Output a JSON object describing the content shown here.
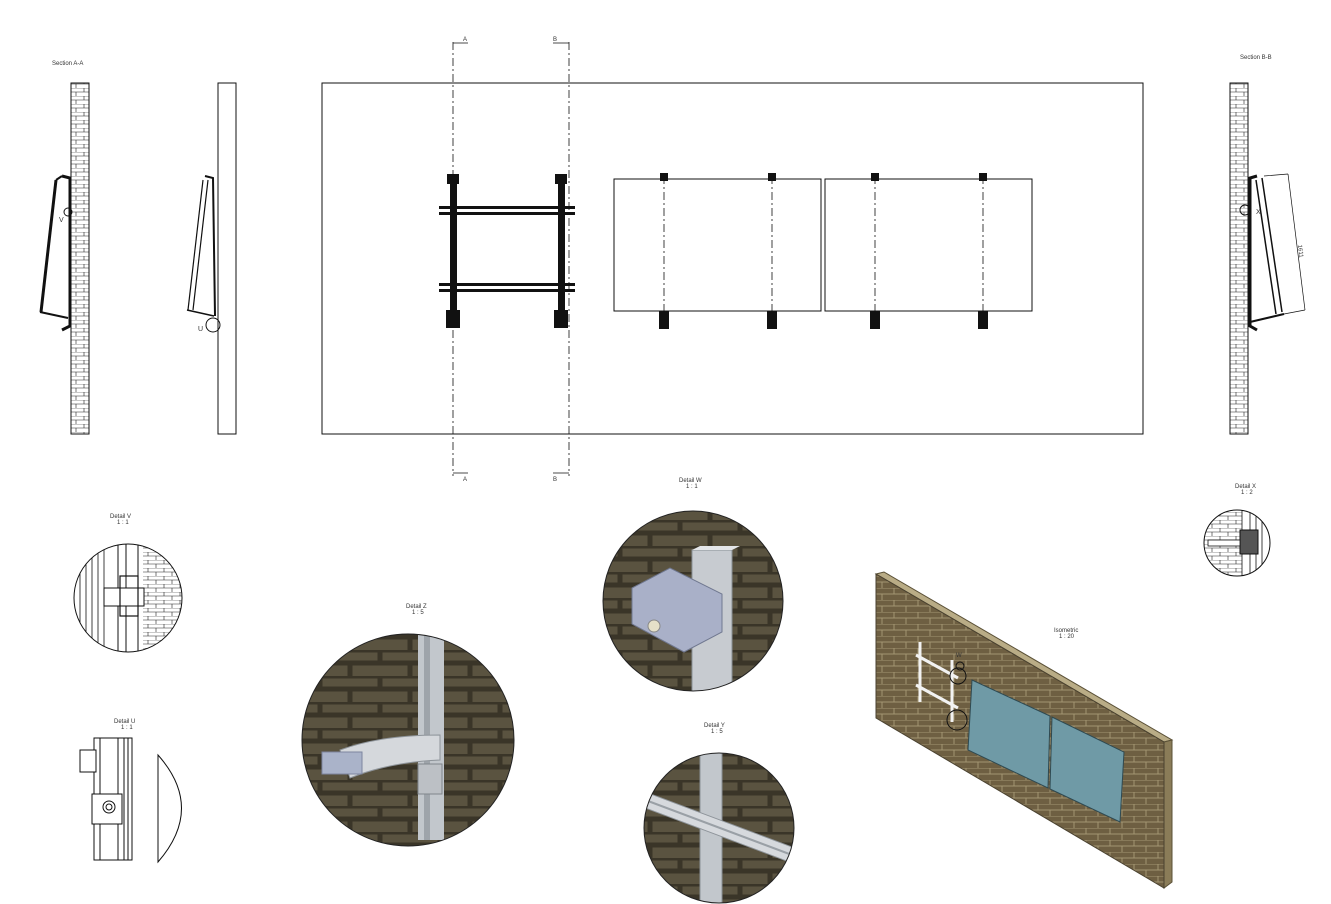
{
  "labels": {
    "section_a": "Section A-A",
    "section_b": "Section B-B",
    "cut_a": "A",
    "cut_b": "B",
    "detail_v": "Detail V",
    "detail_v_scale": "1 : 1",
    "detail_u": "Detail U",
    "detail_u_scale": "1 : 1",
    "detail_z": "Detail Z",
    "detail_z_scale": "1 : 5",
    "detail_w": "Detail W",
    "detail_w_scale": "1 : 1",
    "detail_y": "Detail Y",
    "detail_y_scale": "1 : 5",
    "detail_x": "Detail X",
    "detail_x_scale": "1 : 2",
    "isometric": "Isometric",
    "isometric_scale": "1 : 20",
    "callout_v": "V",
    "callout_u": "U",
    "callout_x": "X",
    "callout_w": "W",
    "dimension": "1611"
  },
  "colors": {
    "line": "#111111",
    "brick_wall": "#6e5f42",
    "brick_joint": "#9a8c6a",
    "photo_bg": "#4a4535",
    "panel": "#6f9aa6",
    "rail": "#c7cbd0"
  }
}
